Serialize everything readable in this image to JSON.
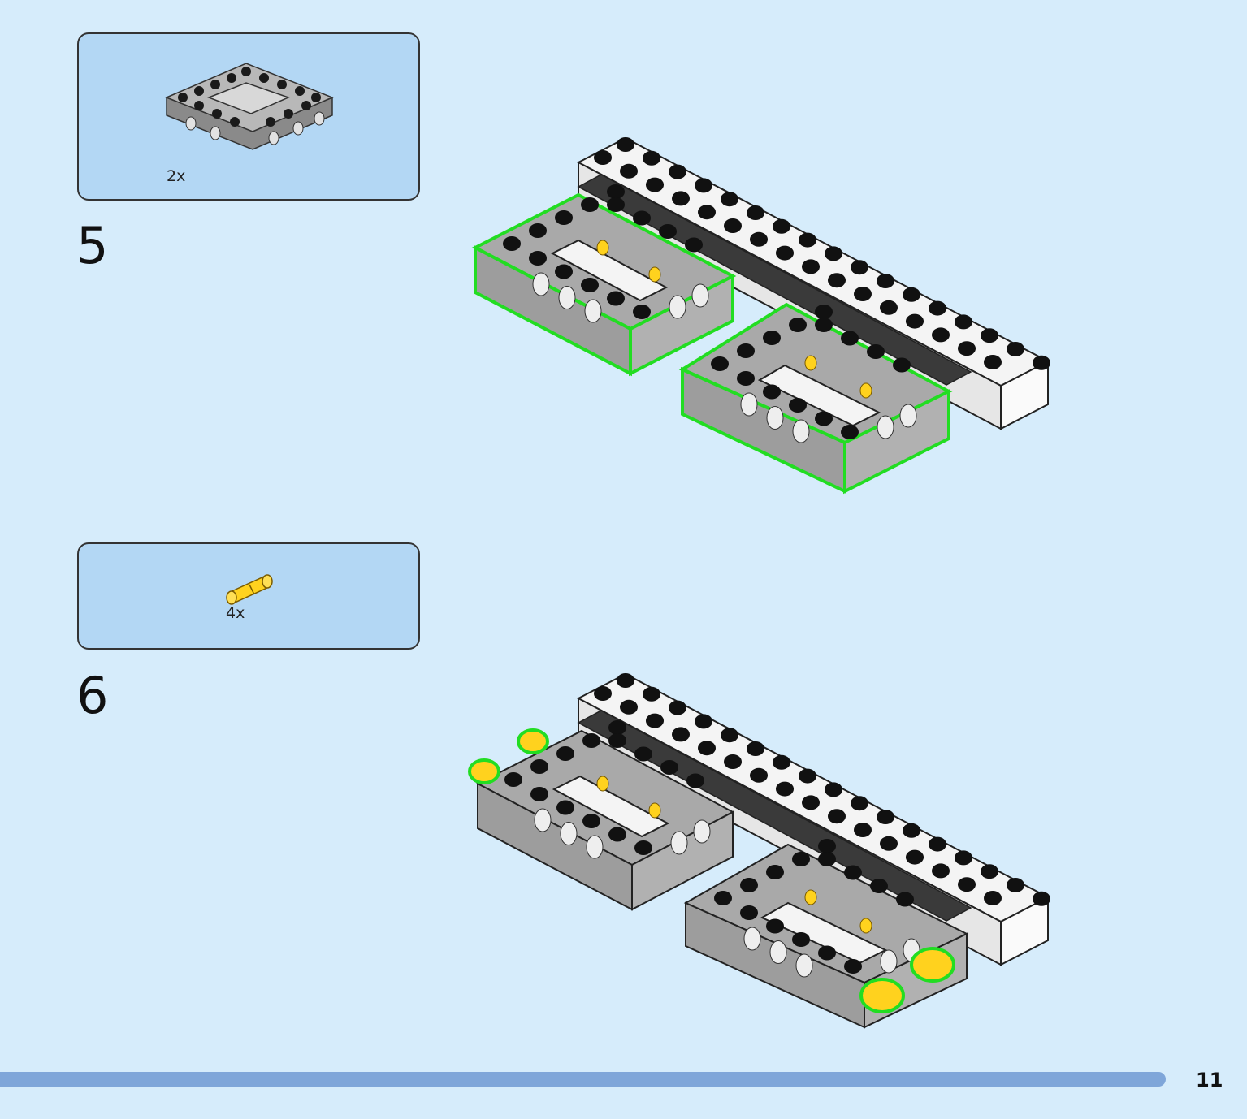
{
  "steps": [
    {
      "number": "5",
      "parts": [
        {
          "part-icon": "grey-technic-open-frame-4x6",
          "quantity": "2x"
        }
      ]
    },
    {
      "number": "6",
      "parts": [
        {
          "part-icon": "yellow-technic-friction-pin",
          "quantity": "4x"
        }
      ]
    }
  ],
  "page_number": "11",
  "colors": {
    "background": "#d6ecfb",
    "parts_box": "#b3d7f4",
    "highlight": "#22dd22",
    "frame_grey": "#a2a2a2",
    "pin_yellow": "#ffd21e",
    "bottom_bar": "#7fa6d9"
  }
}
